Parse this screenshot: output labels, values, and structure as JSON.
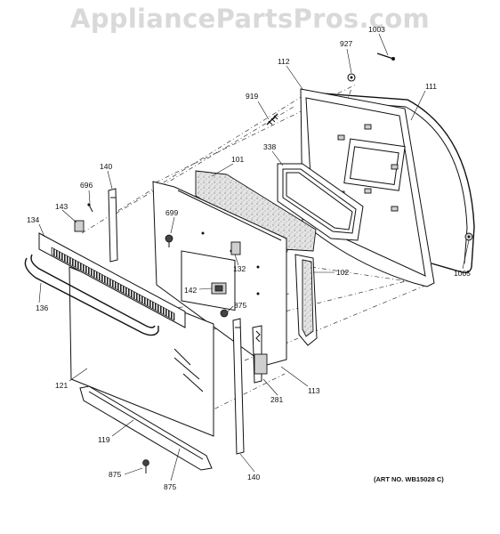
{
  "watermark": "AppliancePartsPros.com",
  "art_number": "(ART NO. WB15028 C)",
  "callouts": {
    "c1003": "1003",
    "c927": "927",
    "c112": "112",
    "c111": "111",
    "c919": "919",
    "c338": "338",
    "c101": "101",
    "c140_top": "140",
    "c696": "696",
    "c143": "143",
    "c134": "134",
    "c699": "699",
    "c132": "132",
    "c102": "102",
    "c1005": "1005",
    "c142": "142",
    "c136": "136",
    "c875_mid": "875",
    "c121": "121",
    "c113": "113",
    "c281": "281",
    "c119": "119",
    "c875_left": "875",
    "c875_bottom": "875",
    "c140_bottom": "140"
  }
}
